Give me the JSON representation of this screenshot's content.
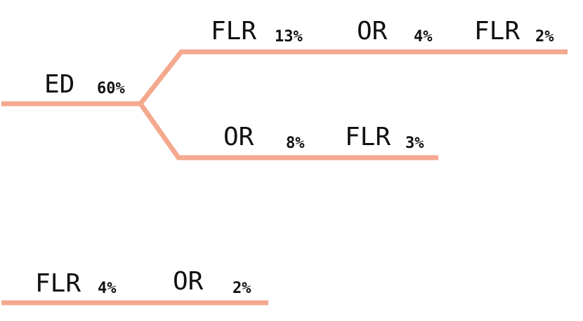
{
  "line_color": "#f4a98f",
  "nodes": {
    "ed": {
      "name": "ED",
      "pct": "60%"
    },
    "upper_flr": {
      "name": "FLR",
      "pct": "13%"
    },
    "upper_or": {
      "name": "OR",
      "pct": "4%"
    },
    "upper_flr2": {
      "name": "FLR",
      "pct": "2%"
    },
    "middle_or": {
      "name": "OR",
      "pct": "8%"
    },
    "middle_flr": {
      "name": "FLR",
      "pct": "3%"
    },
    "bottom_flr": {
      "name": "FLR",
      "pct": "4%"
    },
    "bottom_or": {
      "name": "OR",
      "pct": "2%"
    }
  }
}
